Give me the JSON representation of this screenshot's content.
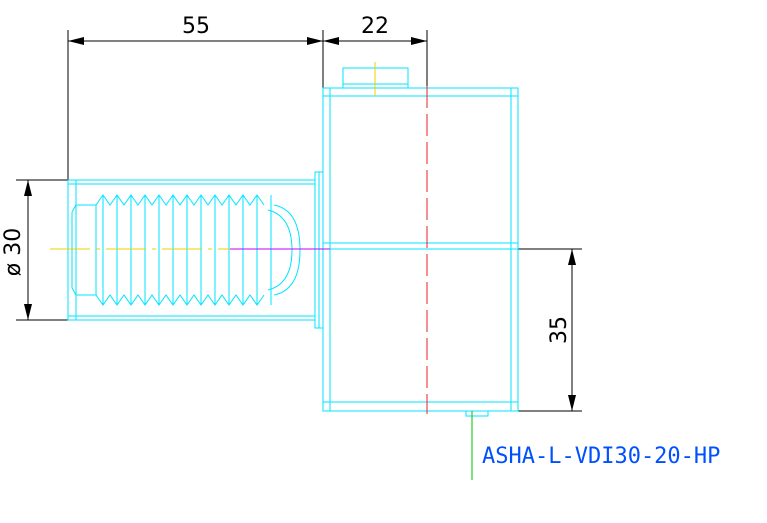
{
  "dimensions": {
    "length_top_left": "55",
    "length_top_right": "22",
    "diameter_left": "ø 30",
    "height_right": "35"
  },
  "part_label": "ASHA-L-VDI30-20-HP",
  "colors": {
    "outline": "#00e5ff",
    "dimension_line": "#000000",
    "centerline_red": "#e8202a",
    "centerline_yellow": "#e8d000",
    "axis_magenta": "#c000ff",
    "leader_green": "#00c000",
    "label_blue": "#0050ff"
  }
}
